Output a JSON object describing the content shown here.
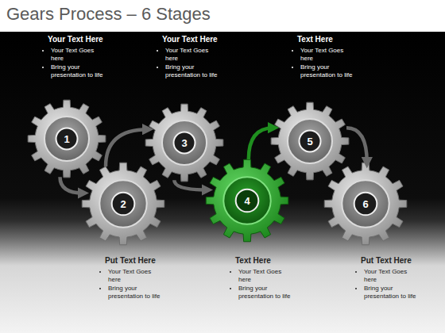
{
  "diagram": {
    "title": "Gears Process – 6 Stages",
    "nodes": [
      {
        "text": [
          "1"
        ]
      },
      {
        "text": [
          "2"
        ]
      },
      {
        "text": [
          "3"
        ]
      },
      {
        "text": [
          "4"
        ]
      },
      {
        "text": [
          "5"
        ]
      },
      {
        "text": [
          "6"
        ]
      }
    ],
    "edges": [
      {
        "from": 0,
        "to": 1,
        "arrow": "to"
      },
      {
        "from": 1,
        "to": 2,
        "arrow": "to"
      },
      {
        "from": 2,
        "to": 3,
        "arrow": "to"
      },
      {
        "from": 3,
        "to": 4,
        "arrow": "to"
      },
      {
        "from": 4,
        "to": 5,
        "arrow": "to"
      }
    ],
    "labels": [
      "Your Text Here",
      "Your Text Goes here",
      "Bring your presentation to life",
      "Your Text Here",
      "Your Text Goes here",
      "Bring your presentation to life",
      "Text Here",
      "Your Text Goes here",
      "Bring your presentation to life",
      "Put Text Here",
      "Your Text Goes here",
      "Bring your presentation to life",
      "Text Here",
      "Your Text Goes here",
      "Bring your presentation to life",
      "Put Text Here",
      "Your Text Goes here",
      "Bring your presentation to life"
    ]
  }
}
